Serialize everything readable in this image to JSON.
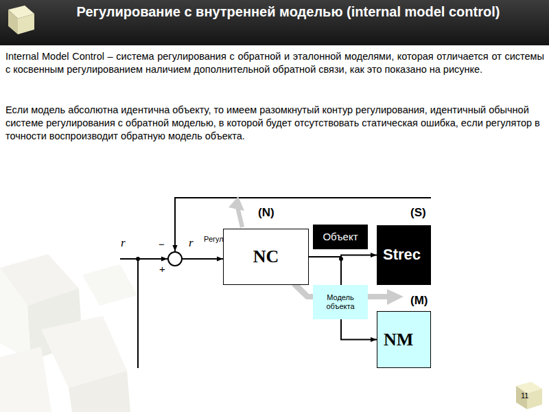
{
  "diagram": {
    "title": "Регулирование с внутренней моделью (internal model control)",
    "nodes": [
      {
        "text": [
          "Регулятор"
        ]
      },
      {
        "text": [
          "NC"
        ]
      },
      {
        "text": [
          "Объект"
        ]
      },
      {
        "text": [
          "Strec"
        ]
      },
      {
        "text": [
          "Модель объекта"
        ]
      },
      {
        "text": [
          "NM"
        ]
      }
    ],
    "edges": [
      {
        "from": 1,
        "to": 3,
        "arrow": "to"
      },
      {
        "from": 1,
        "to": 5,
        "arrow": "to"
      }
    ],
    "labels": [
      "Internal Model Control – система регулирования с обратной и эталонной моделями, которая отличается от системы с косвенным регулированием наличием дополнительной обратной связи, как это показано на рисунке.",
      "Если модель абсолютна идентична объекту, то имеем разомкнутый контур регулирования, идентичный обычной системе регулирования с обратной моделью, в которой будет отсутствовать статическая ошибка, если регулятор в точности воспроизводит обратную модель объекта.",
      "r",
      "−",
      "+",
      "r",
      "(N)",
      "(S)",
      "(M)",
      "11"
    ]
  }
}
